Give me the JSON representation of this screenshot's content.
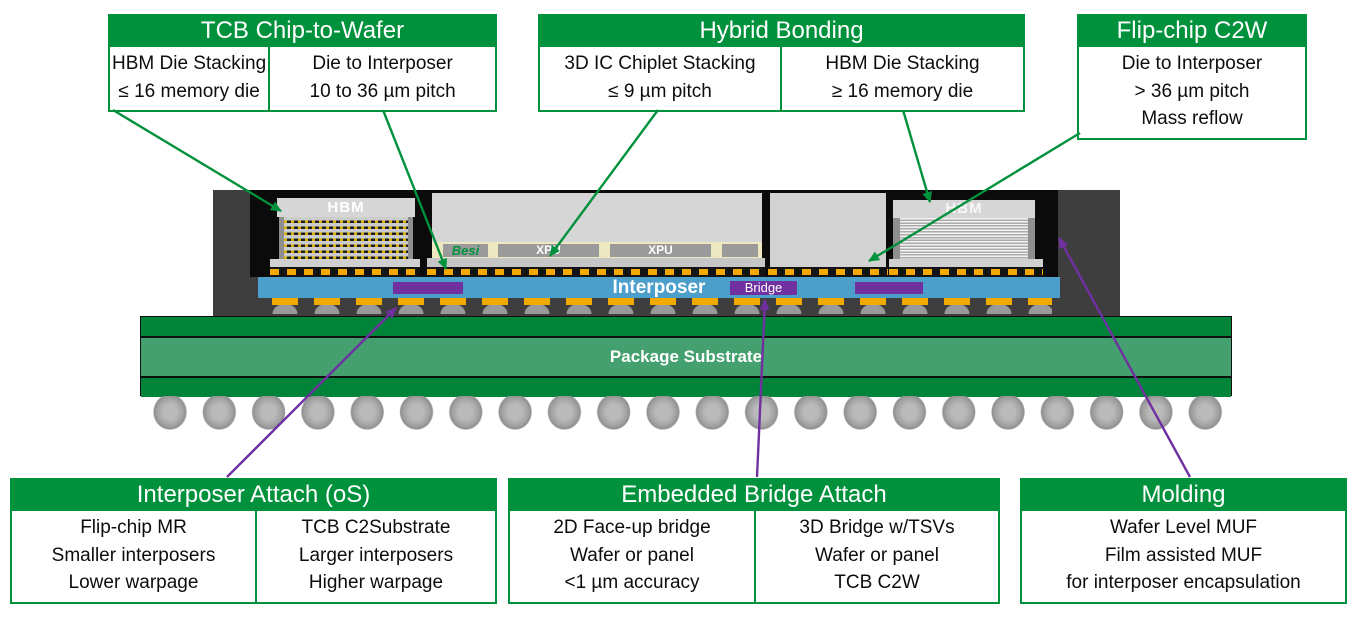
{
  "callouts": {
    "top": [
      {
        "title": "TCB Chip-to-Wafer",
        "col1": [
          "HBM Die Stacking",
          "≤ 16 memory die"
        ],
        "col2": [
          "Die to Interposer",
          "10 to 36 µm pitch"
        ]
      },
      {
        "title": "Hybrid Bonding",
        "col1": [
          "3D IC Chiplet Stacking",
          "≤ 9 µm pitch"
        ],
        "col2": [
          "HBM Die Stacking",
          "≥ 16 memory die"
        ]
      },
      {
        "title": "Flip-chip C2W",
        "col1": [
          "Die to Interposer",
          "> 36 µm pitch",
          "Mass reflow"
        ]
      }
    ],
    "bottom": [
      {
        "title": "Interposer Attach (oS)",
        "col1": [
          "Flip-chip MR",
          "Smaller interposers",
          "Lower warpage"
        ],
        "col2": [
          "TCB C2Substrate",
          "Larger interposers",
          "Higher warpage"
        ]
      },
      {
        "title": "Embedded Bridge Attach",
        "col1": [
          "2D Face-up bridge",
          "Wafer or panel",
          "<1 µm accuracy"
        ],
        "col2": [
          "3D Bridge w/TSVs",
          "Wafer or panel",
          "TCB C2W"
        ]
      },
      {
        "title": "Molding",
        "col1": [
          "Wafer Level MUF",
          "Film assisted MUF",
          "for interposer encapsulation"
        ]
      }
    ]
  },
  "diagram": {
    "labels": {
      "hbm_left": "HBM",
      "hbm_right": "HBM",
      "besi_logo": "Besi",
      "xpu_1": "XPU",
      "xpu_2": "XPU",
      "interposer": "Interposer",
      "bridge": "Bridge",
      "package_substrate": "Package Substrate"
    },
    "colors": {
      "accent_green": "#00913C",
      "arrow_purple": "#7030A0",
      "interposer_blue": "#4C9FCB",
      "substrate_green": "#00843A",
      "substrate_core_green": "#44A06E",
      "bump_yellow": "#F2AA00",
      "molding_gray": "#3E3E3E",
      "cavity_black": "#0B0B0B"
    }
  }
}
